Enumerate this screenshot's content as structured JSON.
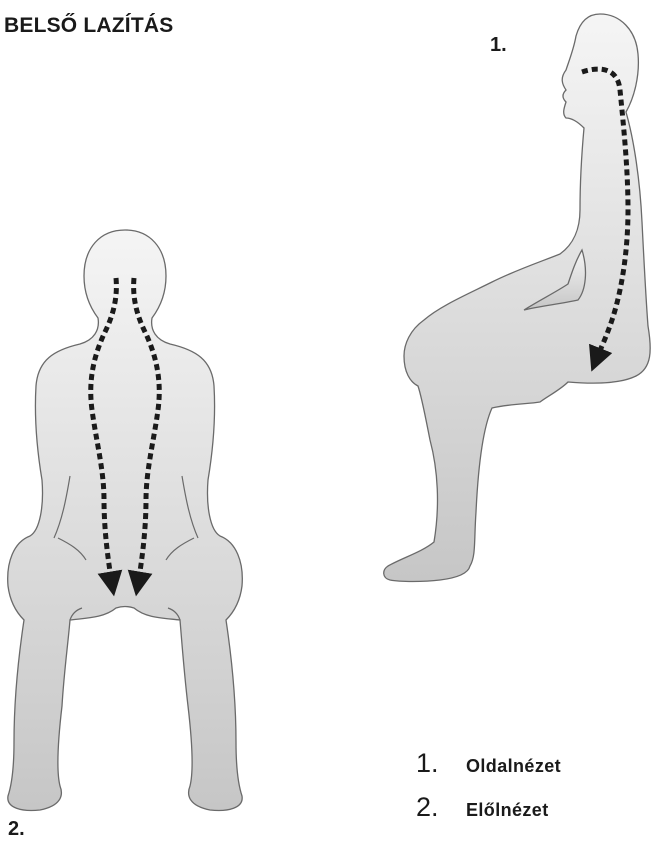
{
  "title": "BELSŐ LAZÍTÁS",
  "figures": {
    "side": {
      "label": "1."
    },
    "front": {
      "label": "2."
    }
  },
  "legend": [
    {
      "number": "1.",
      "text": "Oldalnézet"
    },
    {
      "number": "2.",
      "text": "Előlnézet"
    }
  ],
  "colors": {
    "body_fill_top": "#f4f4f4",
    "body_fill_bottom": "#c8c8c8",
    "outline": "#6a6a6a",
    "arrow": "#1a1a1a"
  }
}
